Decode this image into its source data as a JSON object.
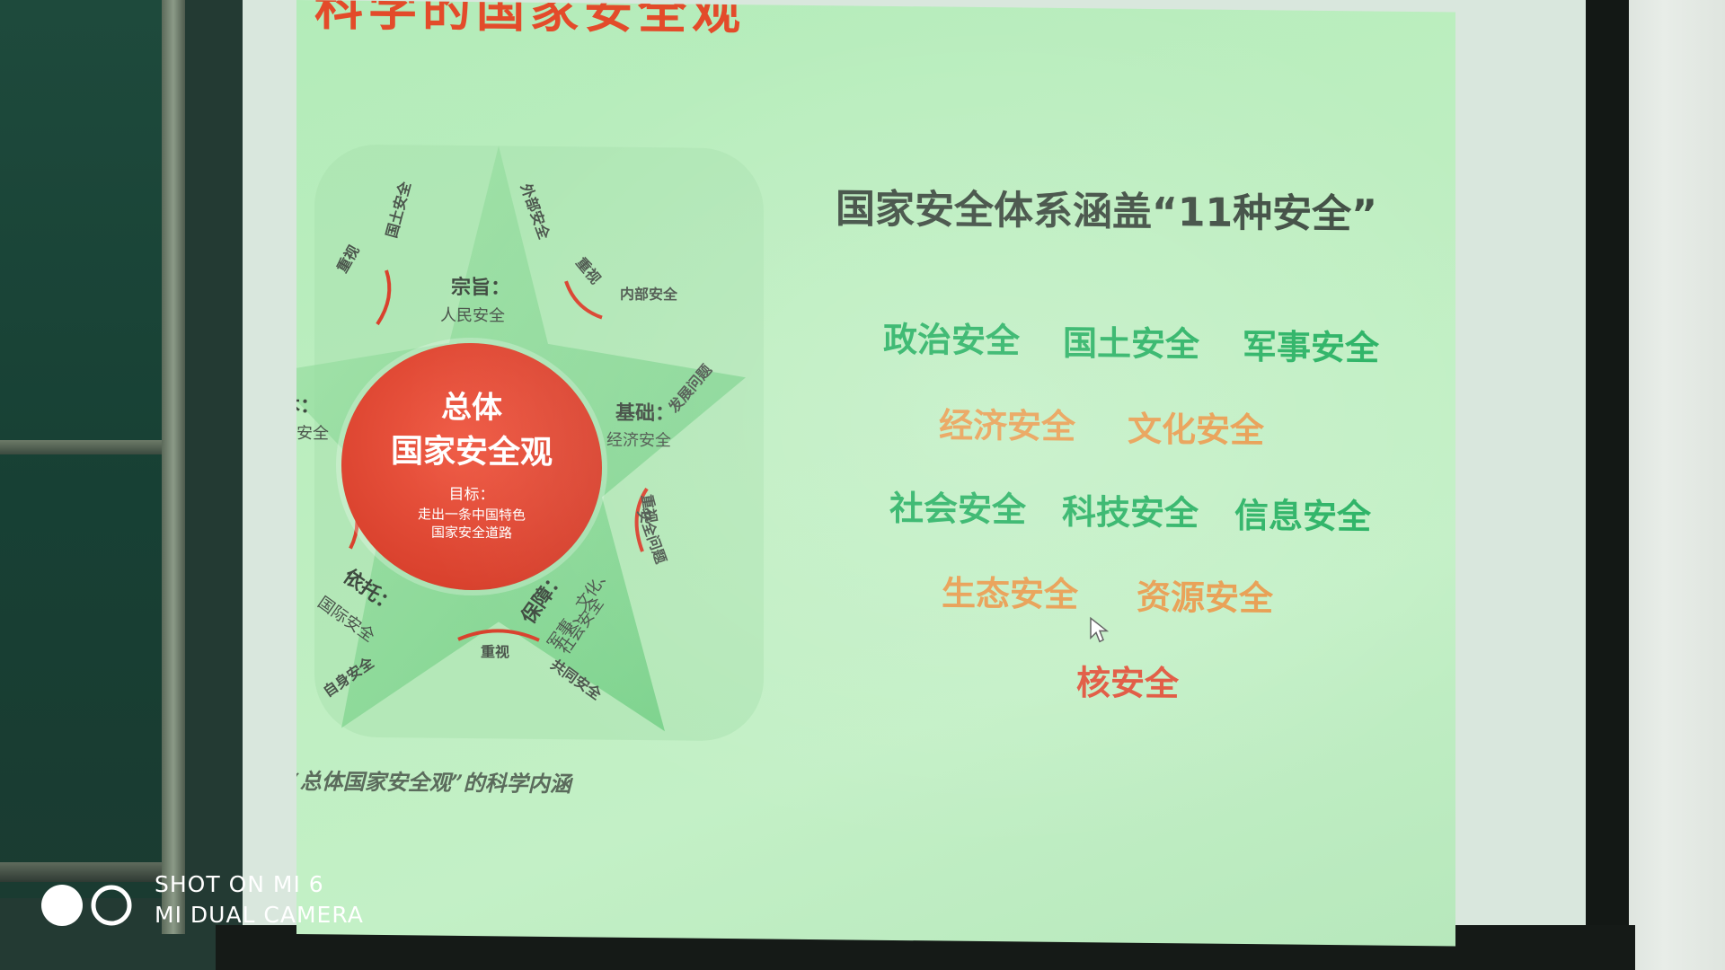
{
  "slide": {
    "title": "科学的国家安全观",
    "diagram": {
      "core_title_1": "总体",
      "core_title_2": "国家安全观",
      "core_goal_label": "目标：",
      "core_goal_line1": "走出一条中国特色",
      "core_goal_line2": "国家安全道路",
      "purpose_label": "宗旨：",
      "purpose_value": "人民安全",
      "foundation_label": "基础：",
      "foundation_value": "经济安全",
      "root_label": "本：",
      "root_value": "治安全",
      "reliance_label": "依托：",
      "reliance_value": "国际安全",
      "guarantee_label": "保障：",
      "guarantee_value_1": "军事、文化、",
      "guarantee_value_2": "社会安全",
      "territory": "国土安全",
      "external": "外部安全",
      "internal": "内部安全",
      "development": "发展问题",
      "security_issue": "安全问题",
      "own": "自身安全",
      "common": "共同安全",
      "emphasis": "重视"
    },
    "caption": "“总体国家安全观”的科学内涵",
    "heading": "国家安全体系涵盖“11种安全”",
    "securities": [
      {
        "label": "政治安全",
        "color": "green"
      },
      {
        "label": "国土安全",
        "color": "green"
      },
      {
        "label": "军事安全",
        "color": "green"
      },
      {
        "label": "经济安全",
        "color": "orange"
      },
      {
        "label": "文化安全",
        "color": "orange"
      },
      {
        "label": "社会安全",
        "color": "green"
      },
      {
        "label": "科技安全",
        "color": "green"
      },
      {
        "label": "信息安全",
        "color": "green"
      },
      {
        "label": "生态安全",
        "color": "orange"
      },
      {
        "label": "资源安全",
        "color": "orange"
      },
      {
        "label": "核安全",
        "color": "red"
      }
    ]
  },
  "watermark": {
    "line1": "SHOT ON MI 6",
    "line2": "MI DUAL CAMERA"
  },
  "colors": {
    "green": "#23b05f",
    "orange": "#e79a4a",
    "red": "#e0543c",
    "slide_bg": "#bdeec0"
  }
}
